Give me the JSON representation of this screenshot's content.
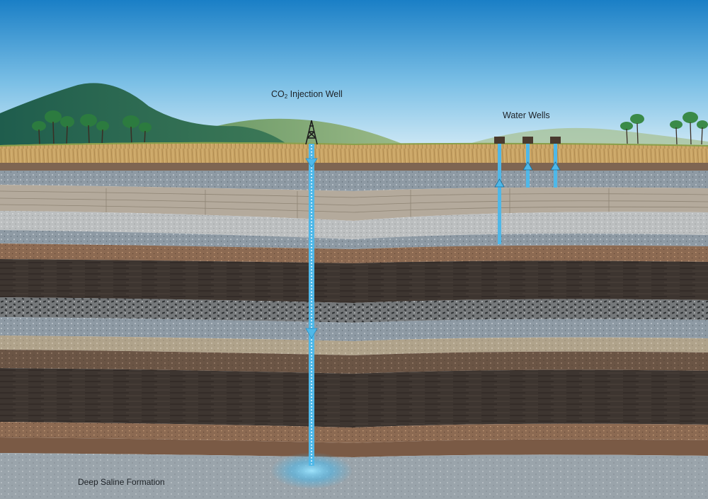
{
  "labels": {
    "injection_well_prefix": "CO",
    "injection_well_subscript": "2",
    "injection_well_suffix": " Injection Well",
    "water_wells": "Water Wells",
    "deep_saline_formation": "Deep Saline Formation"
  },
  "colors": {
    "sky_top": "#1a7fc6",
    "sky_bottom": "#cfe8f5",
    "pipe": "#4fb8e8",
    "pipe_dots": "#ffffff",
    "soil": "#c9a465"
  }
}
